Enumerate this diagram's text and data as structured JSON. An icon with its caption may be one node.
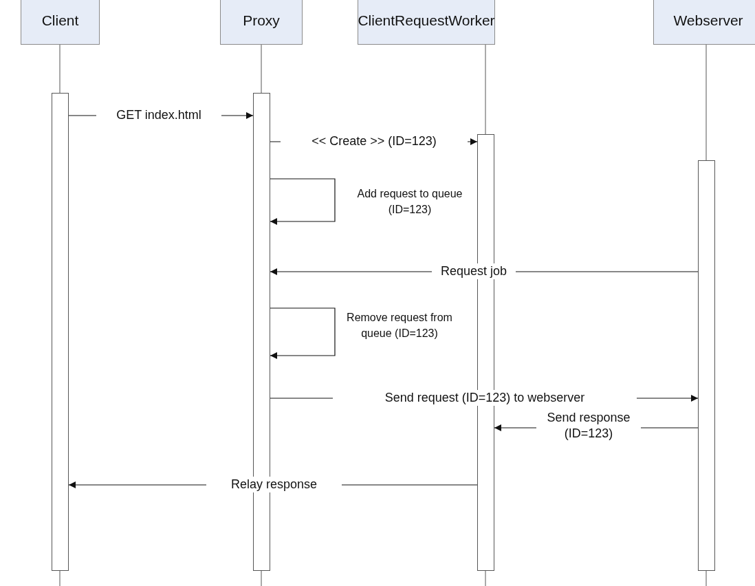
{
  "diagram": {
    "nodes": [
      {
        "text": [
          "Client"
        ]
      },
      {
        "text": [
          "Proxy"
        ]
      },
      {
        "text": [
          "ClientRequestWorker"
        ]
      },
      {
        "text": [
          "Webserver"
        ]
      },
      {
        "text": [],
        "shape": "bar"
      },
      {
        "text": [],
        "shape": "bar"
      },
      {
        "text": [],
        "shape": "bar"
      },
      {
        "text": [],
        "shape": "bar"
      }
    ],
    "edges": [
      {
        "from": 4,
        "to": 5,
        "arrow": "to",
        "label": "GET index.html"
      },
      {
        "from": 5,
        "to": 6,
        "arrow": "to",
        "label": "<< Create >> (ID=123)"
      },
      {
        "from": 5,
        "to": 5,
        "arrow": "to",
        "label": "Add request to queue (ID=123)"
      },
      {
        "from": 7,
        "to": 5,
        "arrow": "to",
        "label": "Request job"
      },
      {
        "from": 5,
        "to": 5,
        "arrow": "to",
        "label": "Remove request from queue (ID=123)"
      },
      {
        "from": 5,
        "to": 7,
        "arrow": "to",
        "label": "Send request (ID=123) to webserver"
      },
      {
        "from": 7,
        "to": 6,
        "arrow": "to",
        "label": "Send response (ID=123)"
      },
      {
        "from": 6,
        "to": 4,
        "arrow": "to",
        "label": "Relay response"
      }
    ]
  }
}
